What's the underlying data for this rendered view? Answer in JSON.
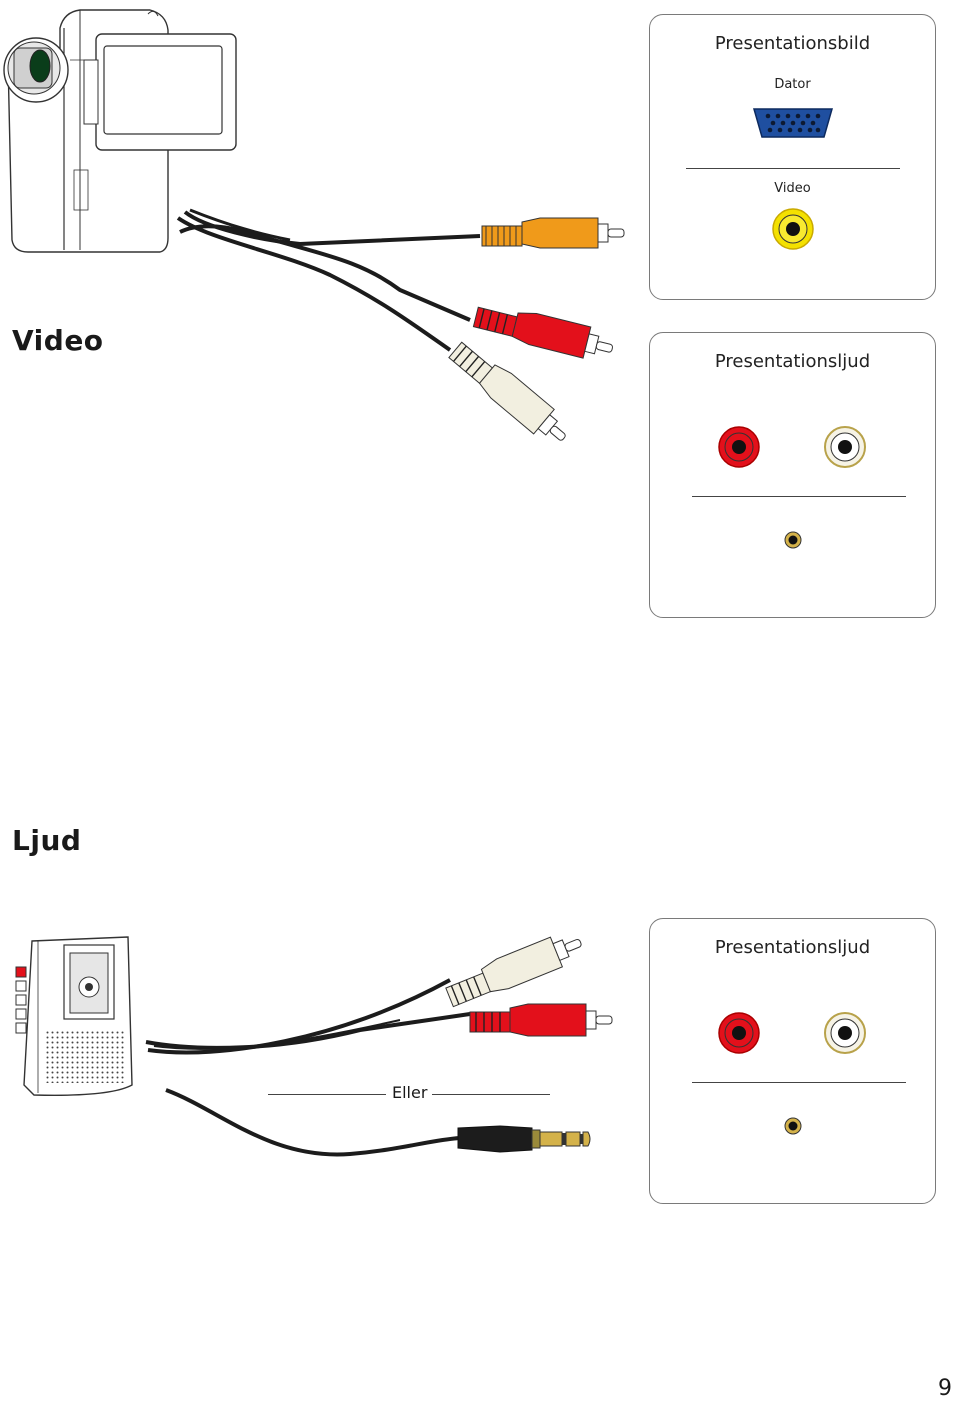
{
  "video_section": {
    "heading": "Video",
    "panel_image": {
      "title": "Presentationsbild",
      "computer_label": "Dator",
      "video_label": "Video"
    },
    "panel_sound": {
      "title": "Presentationsljud"
    }
  },
  "audio_section": {
    "heading": "Ljud",
    "or_label": "Eller",
    "panel_sound": {
      "title": "Presentationsljud"
    }
  },
  "page_number": "9",
  "colors": {
    "vga_blue": "#1f4fa0",
    "yellow": "#f4e100",
    "orange": "#f09a1a",
    "red": "#e3101b",
    "white_plug": "#f2efe0",
    "cable": "#1c1c1c",
    "gold": "#d4b24a"
  },
  "icons": [
    "camcorder-icon",
    "vga-port-icon",
    "rca-jack-icon",
    "minijack-port-icon",
    "cassette-recorder-icon",
    "rca-cable-icon",
    "minijack-cable-icon"
  ]
}
